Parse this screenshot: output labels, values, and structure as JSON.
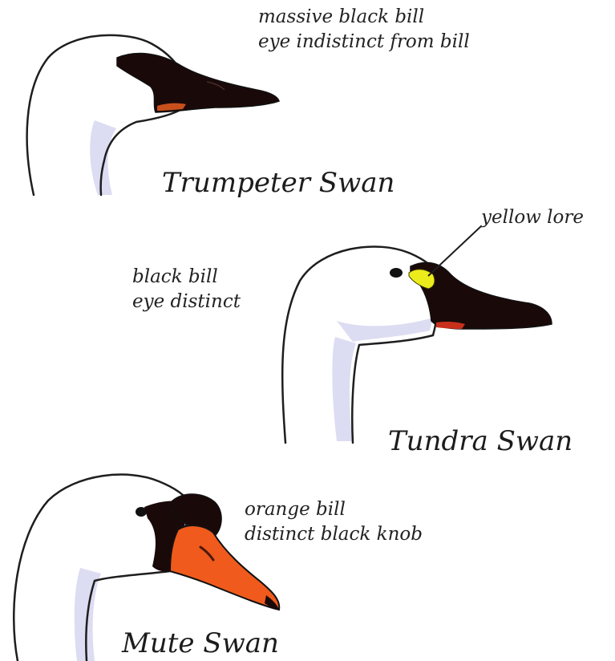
{
  "colors": {
    "outline": "#1e1e1e",
    "shade": "#dcdcf2",
    "bill_black": "#1a0909",
    "bill_orange": "#f05a1c",
    "lore_yellow": "#ecec1c",
    "gape_red": "#c8301c"
  },
  "swans": [
    {
      "name": "Trumpeter Swan",
      "notes": [
        "massive black bill",
        "eye indistinct from bill"
      ]
    },
    {
      "name": "Tundra Swan",
      "notes": [
        "black bill",
        "eye distinct"
      ],
      "callout": "yellow lore"
    },
    {
      "name": "Mute Swan",
      "notes": [
        "orange bill",
        "distinct black knob"
      ]
    }
  ]
}
